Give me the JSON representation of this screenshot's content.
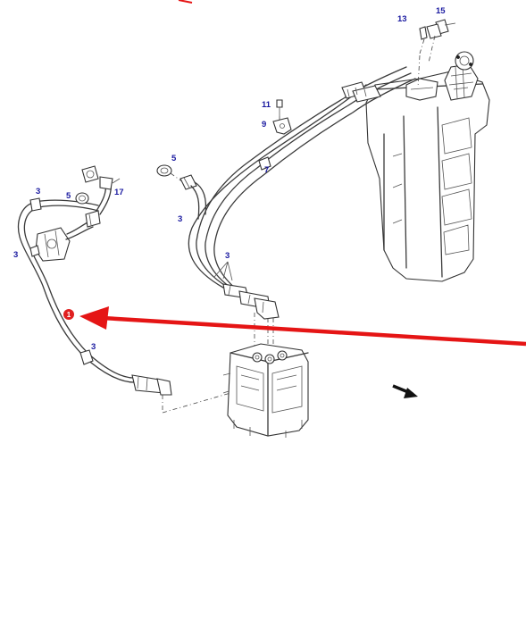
{
  "diagram": {
    "callouts": [
      {
        "id": "c15",
        "label": "15"
      },
      {
        "id": "c13",
        "label": "13"
      },
      {
        "id": "c11",
        "label": "11"
      },
      {
        "id": "c9",
        "label": "9"
      },
      {
        "id": "c7",
        "label": "7"
      },
      {
        "id": "c5a",
        "label": "5"
      },
      {
        "id": "c5b",
        "label": "5"
      },
      {
        "id": "c17",
        "label": "17"
      },
      {
        "id": "c3a",
        "label": "3"
      },
      {
        "id": "c3b",
        "label": "3"
      },
      {
        "id": "c3c",
        "label": "3"
      },
      {
        "id": "c3d",
        "label": "3"
      },
      {
        "id": "c3e",
        "label": "3"
      }
    ],
    "marker": {
      "label": "1",
      "color": "#e02020"
    },
    "arrow_color": "#e51515"
  }
}
